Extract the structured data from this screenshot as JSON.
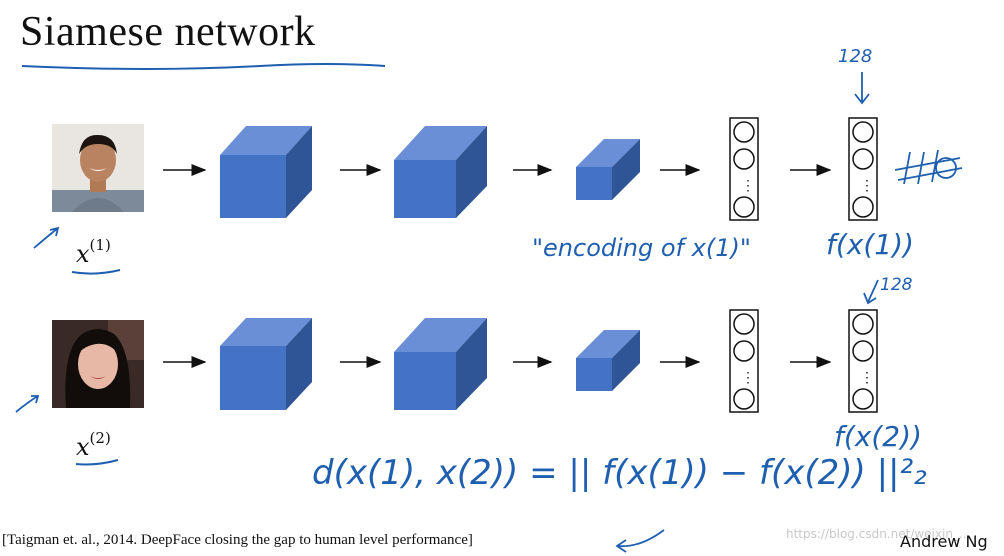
{
  "slide": {
    "title": "Siamese network",
    "citation": "[Taigman et. al., 2014. DeepFace closing the gap to human level performance]",
    "author": "Andrew Ng",
    "watermark": "https://blog.csdn.net/weixin_..."
  },
  "inputs": {
    "top_label_base": "x",
    "top_label_sup": "(1)",
    "bottom_label_base": "x",
    "bottom_label_sup": "(2)"
  },
  "annotations": {
    "dim_top": "128",
    "dim_bottom": "128",
    "encoding_note": "\"encoding of x(1)\"",
    "f_top": "f(x(1))",
    "f_bottom": "f(x(2))",
    "distance_formula": "d(x(1), x(2)) = || f(x(1)) − f(x(2)) ||²₂"
  },
  "colors": {
    "cube_front": "#4472c4",
    "cube_top": "#6b8fd6",
    "cube_side": "#2f5597",
    "ink": "#1f5fb0"
  }
}
